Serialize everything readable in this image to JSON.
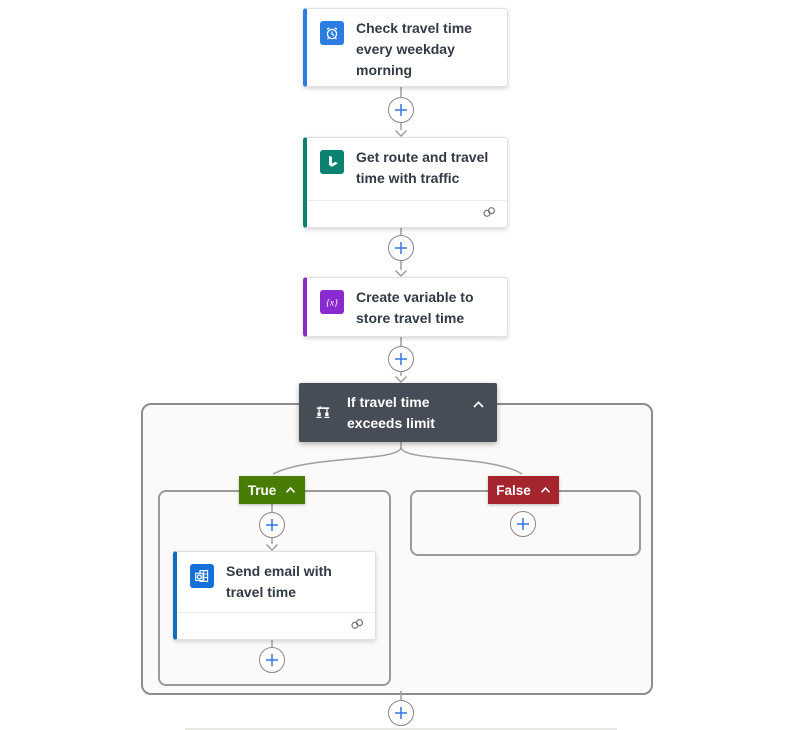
{
  "flow": {
    "trigger": {
      "title": "Check travel time every weekday morning",
      "icon": "recurrence-clock-icon",
      "accent_color": "#2b7de1"
    },
    "actions": {
      "get_route": {
        "title": "Get route and travel time with traffic",
        "icon": "bing-maps-icon",
        "accent_color": "#0a8270",
        "has_connection_badge": true
      },
      "create_variable": {
        "title": "Create variable to store travel time",
        "icon": "variable-icon",
        "accent_color": "#8a2bd0",
        "has_connection_badge": false
      },
      "condition": {
        "title": "If travel time exceeds limit",
        "icon": "condition-icon",
        "header_color": "#474d56",
        "collapsed": false
      },
      "send_email": {
        "title": "Send email with travel time",
        "icon": "outlook-icon",
        "accent_color": "#106ebe",
        "has_connection_badge": true
      }
    },
    "branches": {
      "true": {
        "label": "True",
        "color": "#487c04",
        "collapsed": false
      },
      "false": {
        "label": "False",
        "color": "#a4262c",
        "collapsed": false,
        "empty": true
      }
    },
    "insert_step_buttons": 7
  },
  "colors": {
    "connector_line": "#a19f9d",
    "plus_sign": "#3276e4",
    "card_title_text": "#323a45",
    "scope_border": "#8f8d8b",
    "condition_header": "#474d56",
    "true_badge": "#487c04",
    "false_badge": "#a4262c"
  }
}
